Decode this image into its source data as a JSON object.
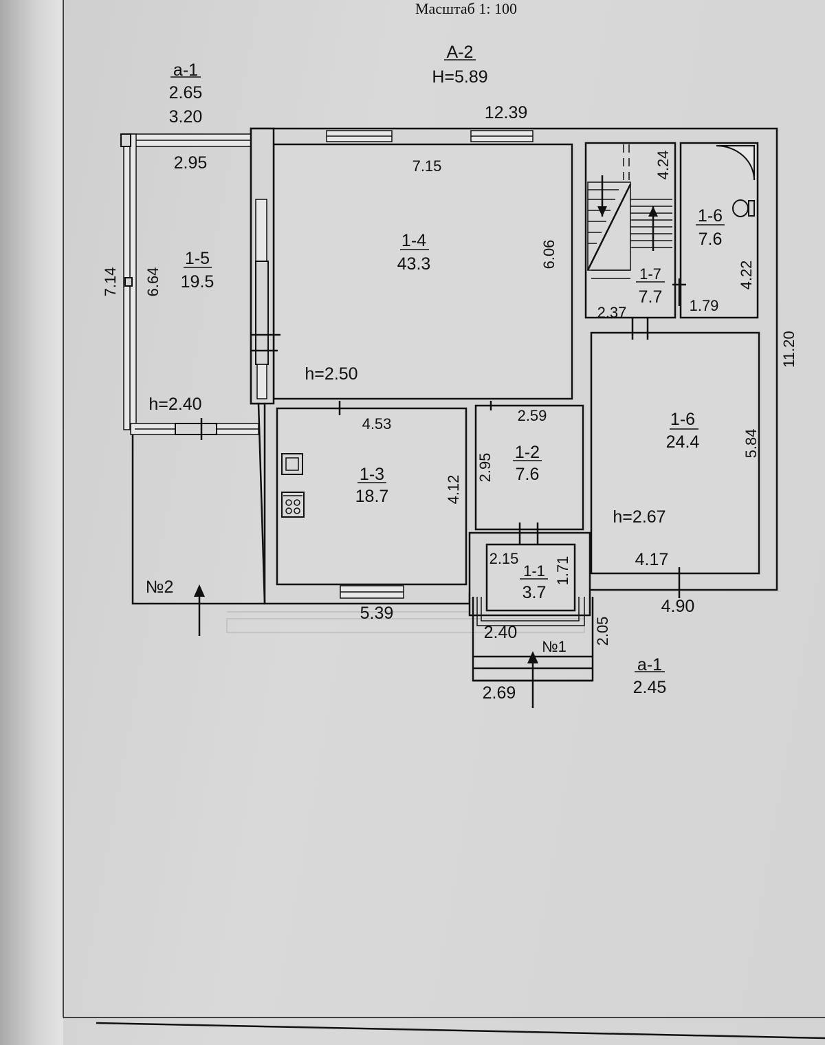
{
  "header": {
    "scale": "Масштаб 1: 100"
  },
  "building": {
    "code": "А-2",
    "height": "Н=5.89"
  },
  "annex_top_left": {
    "code": "а-1",
    "dim_a": "2.65",
    "dim_b": "3.20"
  },
  "annex_bottom_right": {
    "code": "а-1",
    "dim": "2.45"
  },
  "entrances": {
    "main": "№1",
    "side": "№2"
  },
  "rooms": [
    {
      "id": "1-5",
      "area": "19.5"
    },
    {
      "id": "1-4",
      "area": "43.3"
    },
    {
      "id": "1-3",
      "area": "18.7"
    },
    {
      "id": "1-2",
      "area": "7.6"
    },
    {
      "id": "1-1",
      "area": "3.7"
    },
    {
      "id": "1-6",
      "area": "24.4"
    },
    {
      "id": "1-6",
      "area": "7.6"
    },
    {
      "id": "1-7",
      "area": "7.7"
    }
  ],
  "heights": {
    "room_1_5": "h=2.40",
    "room_1_4": "h=2.50",
    "room_1_6": "h=2.67"
  },
  "dimensions": {
    "overall_width": "12.39",
    "overall_depth": "11.20",
    "left_depth": "7.14",
    "r15_width": "2.95",
    "r15_depth": "6.64",
    "r14_width": "7.15",
    "r14_depth": "6.06",
    "r13_width": "4.53",
    "r13_depth": "4.12",
    "bottom_left_width": "5.39",
    "r12_width": "2.59",
    "r12_depth": "2.95",
    "r11_width": "2.15",
    "r11_depth": "1.71",
    "porch_width": "2.40",
    "porch_depth": "2.05",
    "steps_width": "2.69",
    "stair_depth": "4.24",
    "stair_width": "2.37",
    "bath_depth": "4.22",
    "bath_width": "1.79",
    "r16_depth": "5.84",
    "r16_width": "4.17",
    "bottom_right_width": "4.90"
  }
}
